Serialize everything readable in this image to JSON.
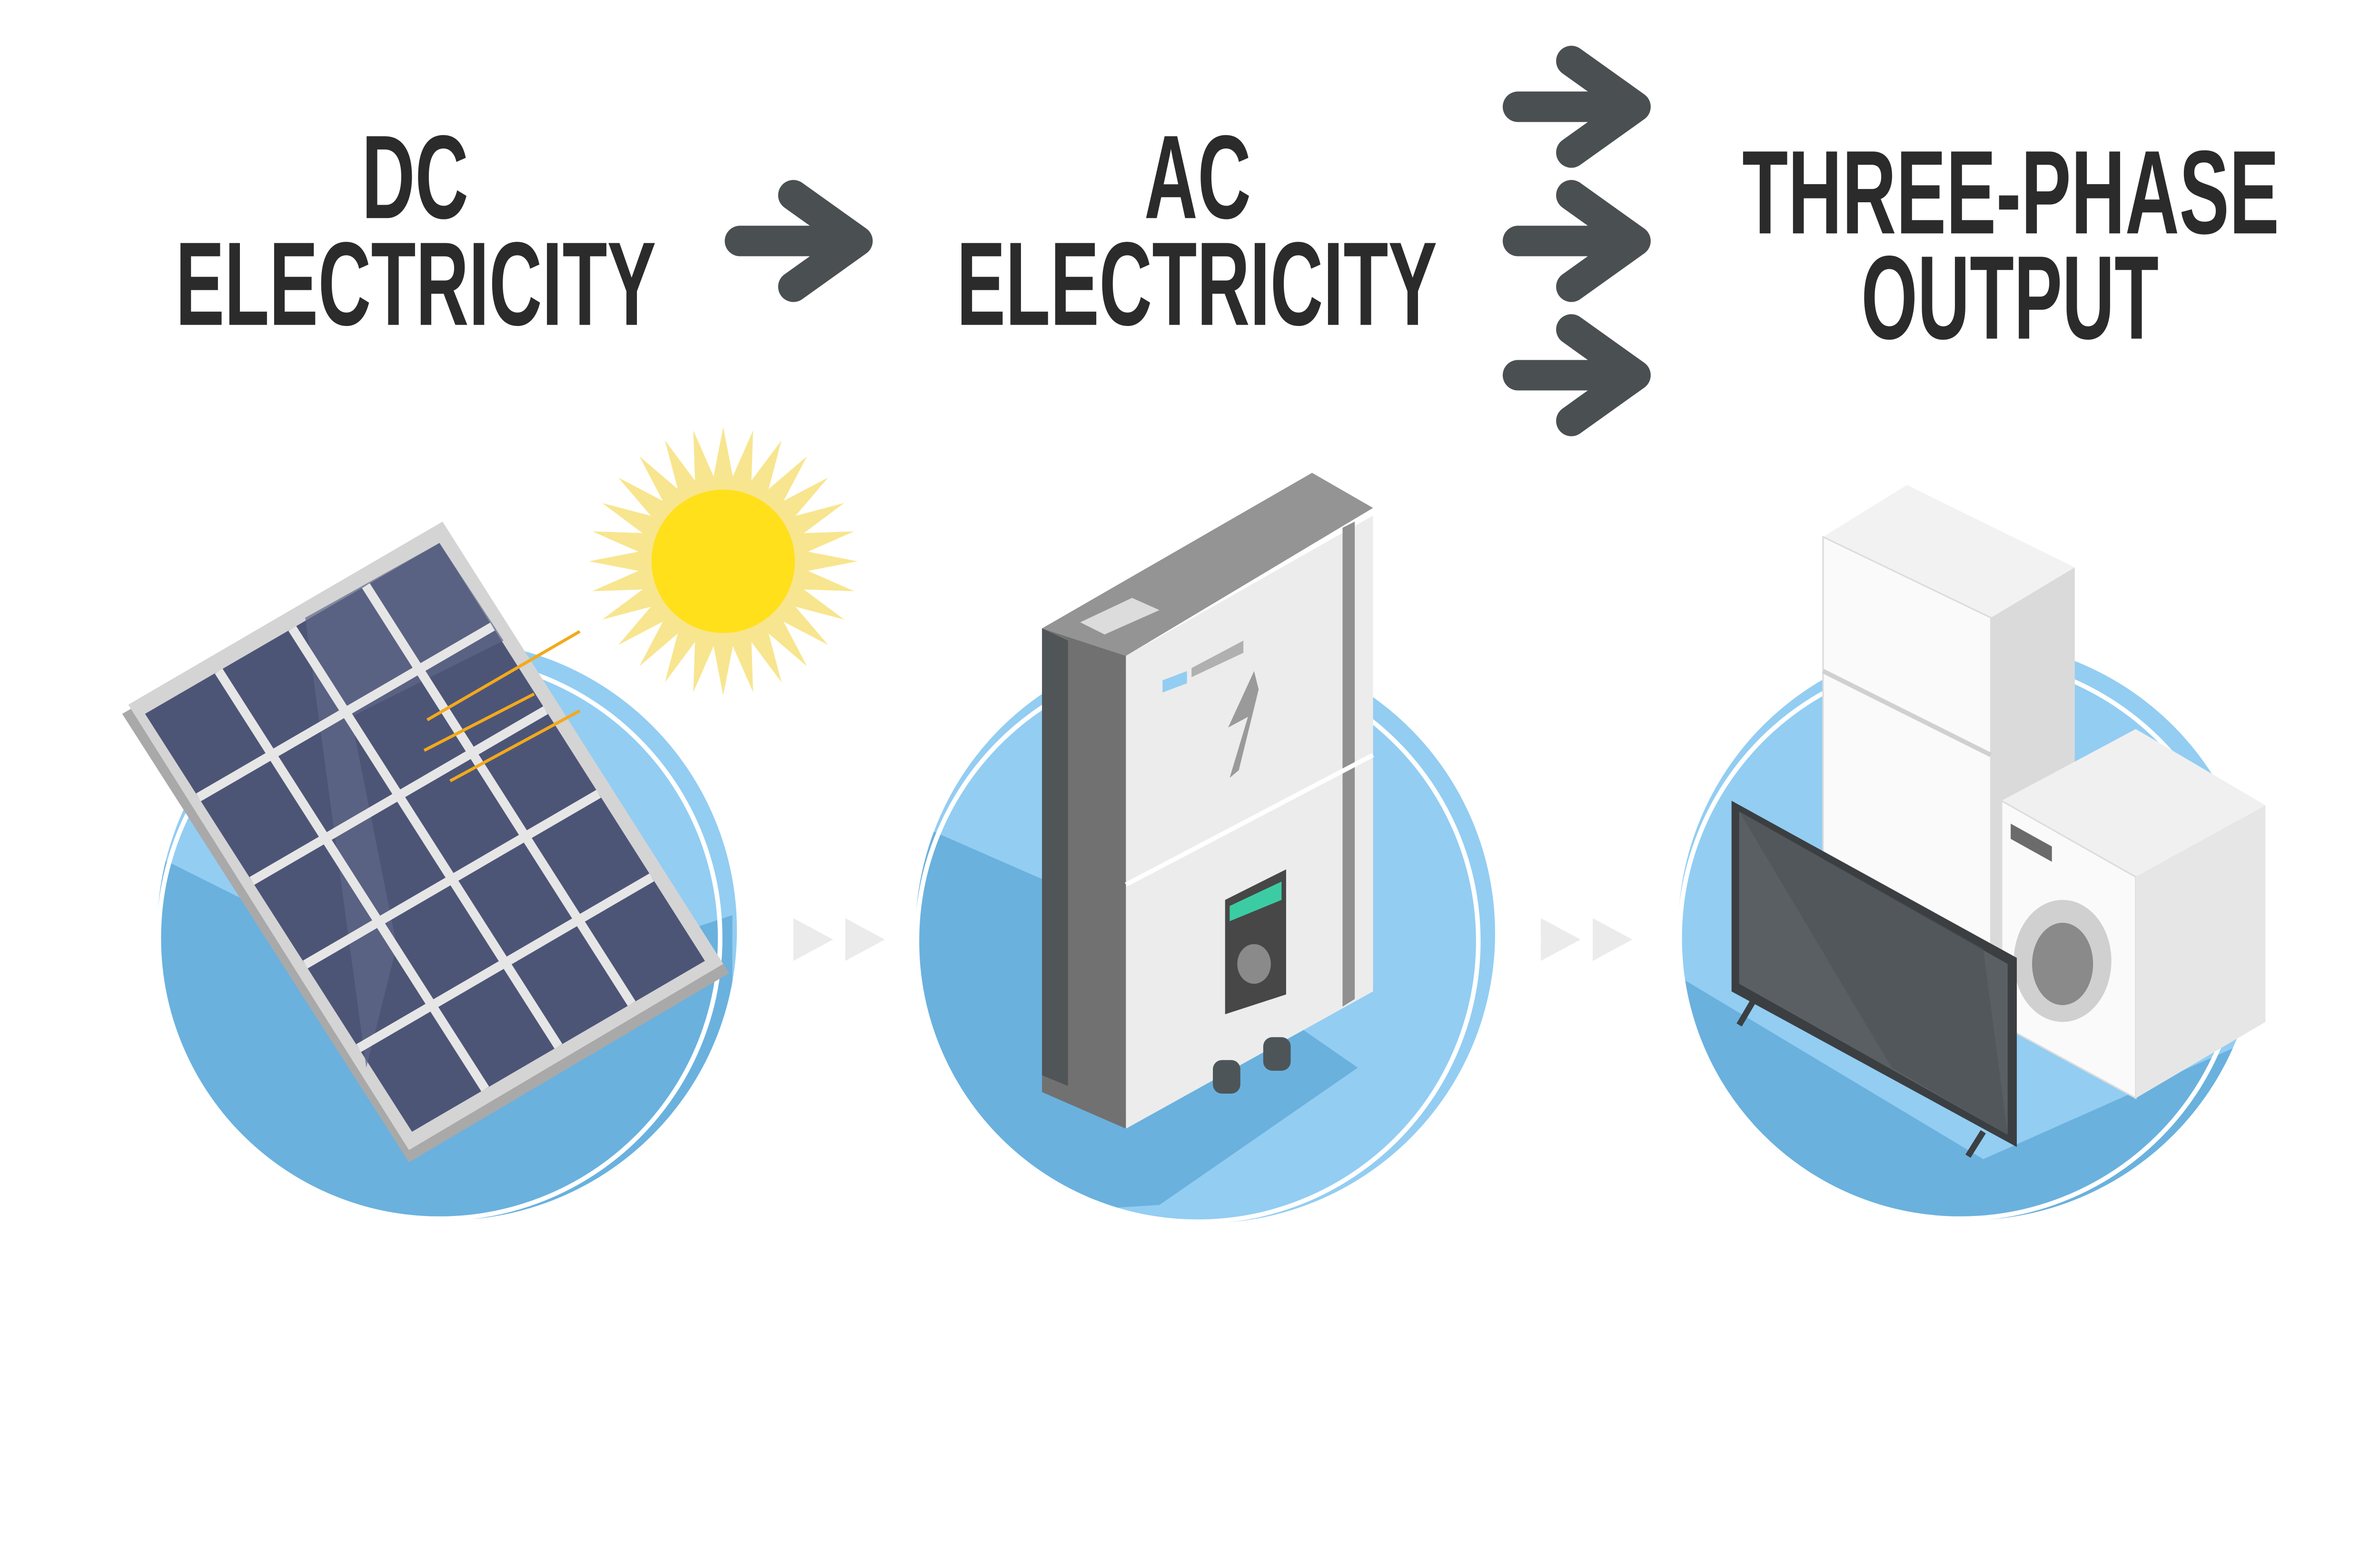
{
  "stages": [
    {
      "line1": "DC",
      "line2": "ELECTRICITY",
      "illustration": "solar-panel-with-sun"
    },
    {
      "line1": "AC",
      "line2": "ELECTRICITY",
      "illustration": "inverter"
    },
    {
      "line1": "THREE-PHASE",
      "line2": "OUTPUT",
      "illustration": "household-appliances"
    }
  ],
  "connectors": [
    {
      "from": "DC ELECTRICITY",
      "to": "AC ELECTRICITY",
      "arrow_count": 1
    },
    {
      "from": "AC ELECTRICITY",
      "to": "THREE-PHASE OUTPUT",
      "arrow_count": 3
    }
  ],
  "colors": {
    "text": "#2b2b2b",
    "arrow": "#4a4f52",
    "circle_light": "#93cdf2",
    "circle_dark": "#6ab1de",
    "panel_cell": "#4d5577",
    "sun": "#ffe01a",
    "sun_rays": "#f8e58f",
    "inverter_screen": "#3ccca4"
  }
}
